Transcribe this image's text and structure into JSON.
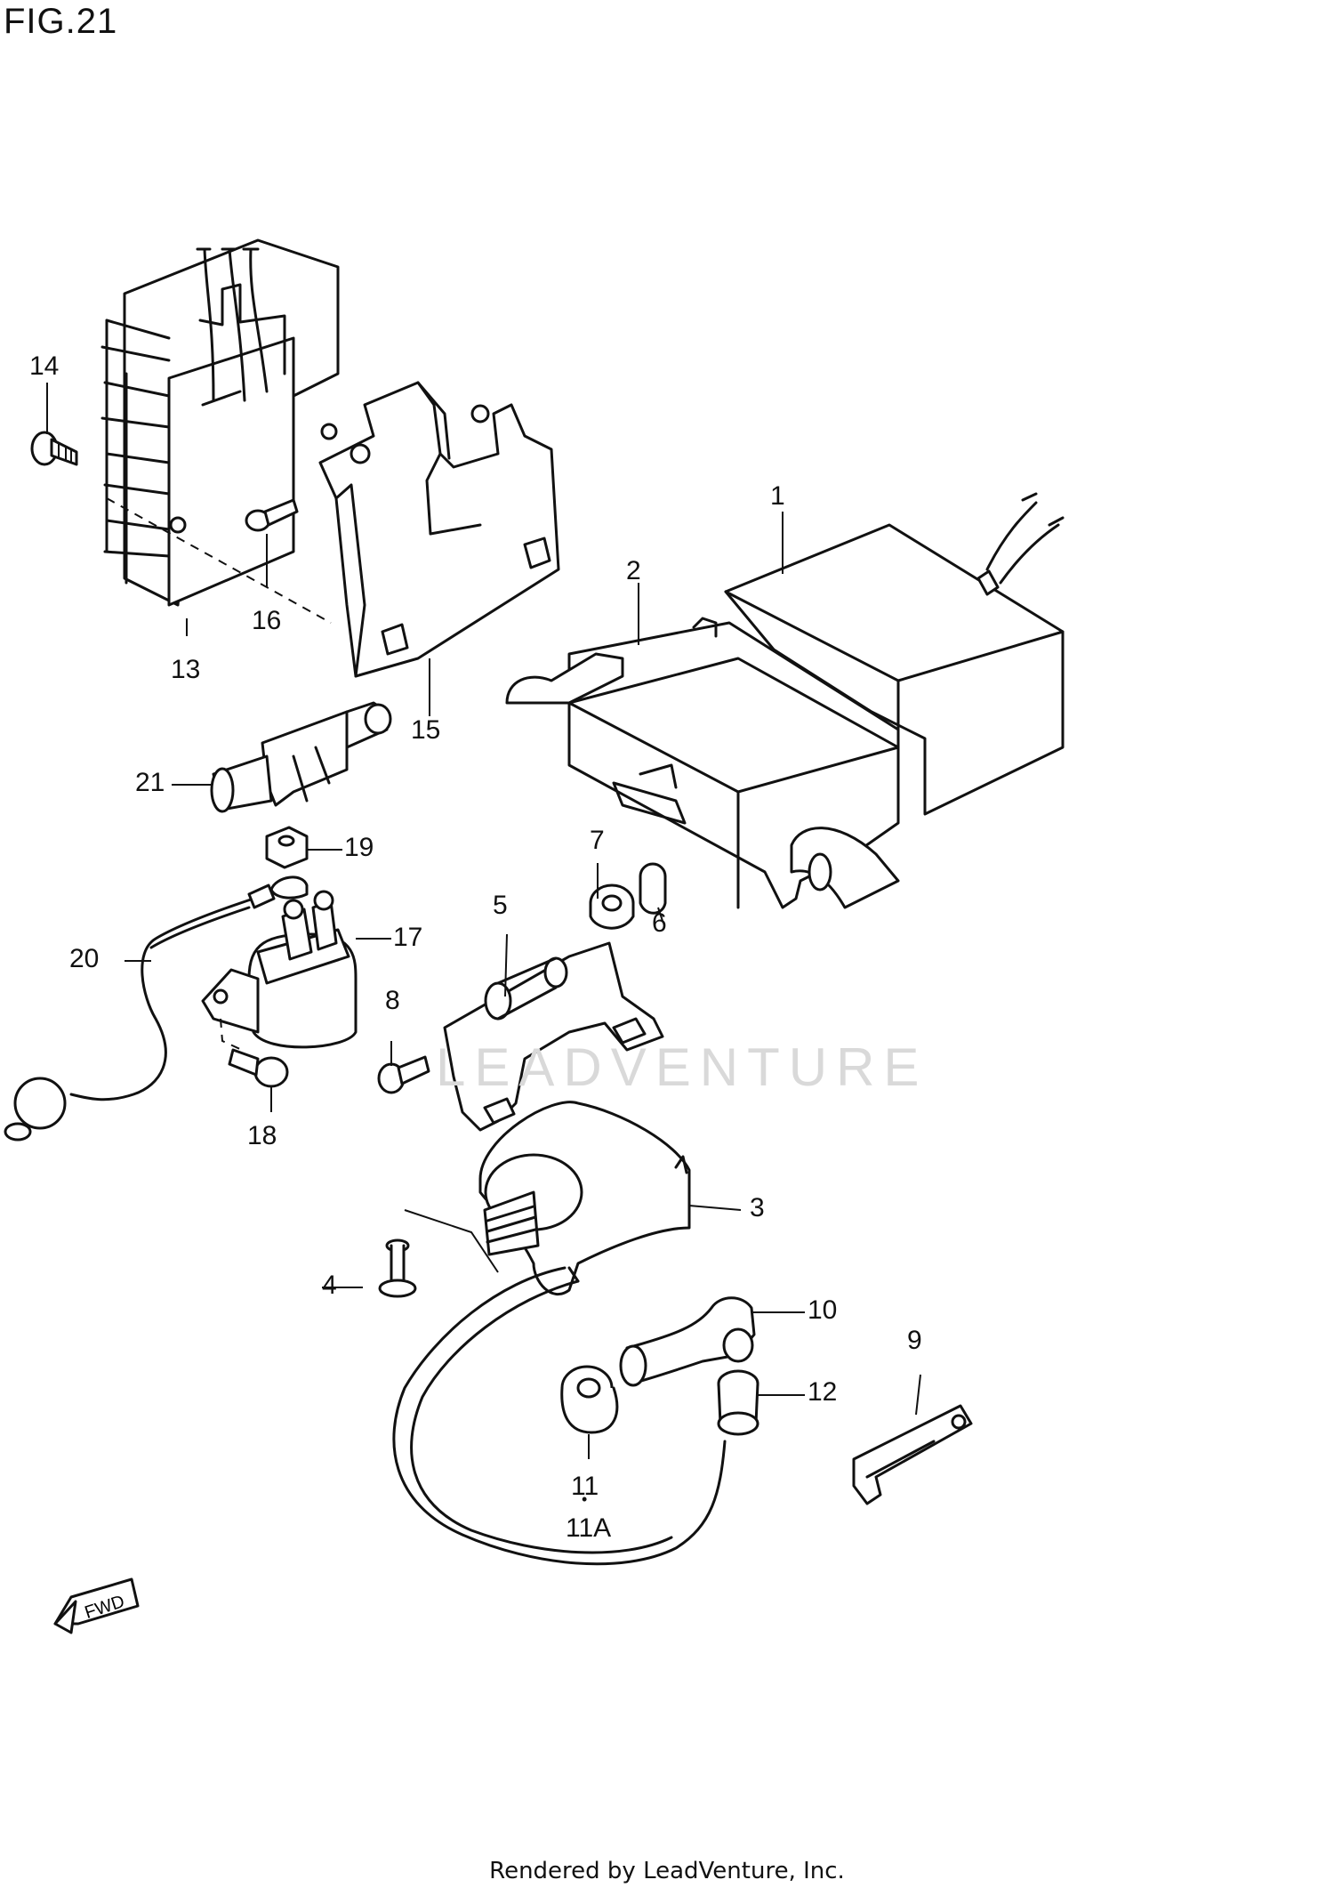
{
  "figure": {
    "title": "FIG.21"
  },
  "callouts": {
    "c1": "1",
    "c2": "2",
    "c3": "3",
    "c4": "4",
    "c5": "5",
    "c6": "6",
    "c7": "7",
    "c8": "8",
    "c9": "9",
    "c10": "10",
    "c11": "11",
    "c11_sep": "•",
    "c11A": "11A",
    "c12": "12",
    "c13": "13",
    "c14": "14",
    "c15": "15",
    "c16": "16",
    "c17": "17",
    "c18": "18",
    "c19": "19",
    "c20": "20",
    "c21": "21"
  },
  "direction_marker": {
    "label": "FWD",
    "icon": "fwd-arrow-icon"
  },
  "watermark": {
    "text": "LEADVENTURE"
  },
  "footer": {
    "text": "Rendered by LeadVenture, Inc."
  }
}
